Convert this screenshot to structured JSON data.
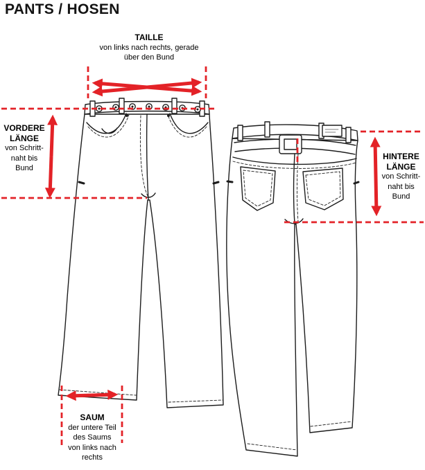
{
  "title": "PANTS / HOSEN",
  "colors": {
    "accent_red": "#e32227",
    "line_black": "#1c1c1c",
    "background": "#ffffff"
  },
  "annotations": {
    "taille": {
      "title": "TAILLE",
      "lines": [
        "von links nach rechts, gerade",
        "über den Bund"
      ]
    },
    "vordere_laenge": {
      "title_lines": [
        "VORDERE",
        "LÄNGE"
      ],
      "lines": [
        "von Schritt-",
        "naht bis",
        "Bund"
      ]
    },
    "hintere_laenge": {
      "title_lines": [
        "HINTERE",
        "LÄNGE"
      ],
      "lines": [
        "von Schritt-",
        "naht bis",
        "Bund"
      ]
    },
    "saum": {
      "title": "SAUM",
      "lines": [
        "der untere Teil",
        "des Saums",
        "von links nach",
        "rechts"
      ]
    }
  }
}
